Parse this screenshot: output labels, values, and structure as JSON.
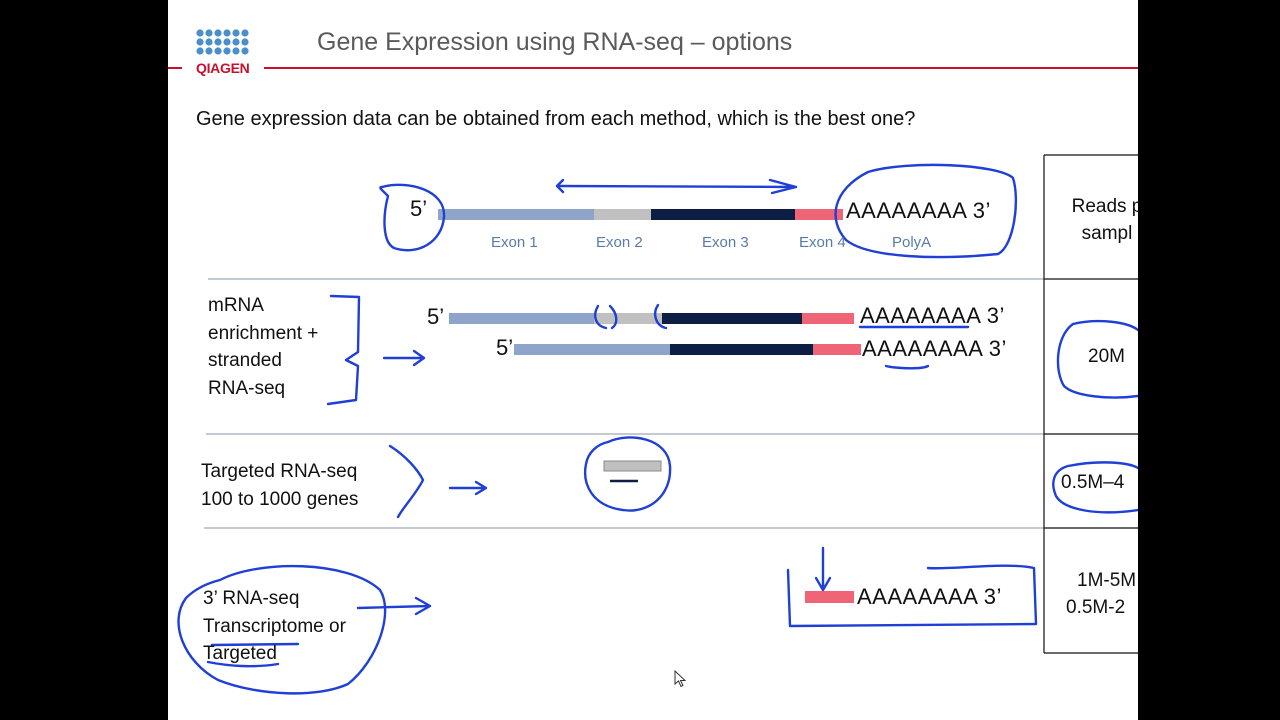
{
  "slide": {
    "title": "Gene Expression using RNA-seq – options",
    "logo_text": "QIAGEN",
    "question": "Gene expression data can be obtained from each method, which is the best one?"
  },
  "gene_diagram": {
    "five_prime": "5’",
    "polyA": "AAAAAAAA 3’",
    "exons": [
      "Exon 1",
      "Exon 2",
      "Exon 3",
      "Exon 4"
    ],
    "polyA_label": "PolyA"
  },
  "rows": [
    {
      "label_lines": [
        "mRNA",
        "enrichment +",
        "stranded",
        "RNA-seq"
      ],
      "transcripts": [
        {
          "five_prime": "5’",
          "polyA": "AAAAAAAA 3’"
        },
        {
          "five_prime": "5’",
          "polyA": "AAAAAAAA 3’"
        }
      ],
      "reads": "20M"
    },
    {
      "label_lines": [
        "Targeted RNA-seq",
        "100 to 1000 genes"
      ],
      "reads": "0.5M–4"
    },
    {
      "label_lines": [
        "3’ RNA-seq",
        "Transcriptome or",
        "Targeted"
      ],
      "polyA": "AAAAAAAA 3’",
      "reads_lines": [
        "1M-5M",
        "0.5M-2"
      ]
    }
  ],
  "reads_header_lines": [
    "Reads p",
    "sampl"
  ],
  "colors": {
    "exon1": "#8ea4c8",
    "exon2": "#c0c0c0",
    "exon3": "#0d1e45",
    "exon4": "#f06478",
    "ink": "#1f3fd6",
    "brand_red": "#c8102e"
  }
}
